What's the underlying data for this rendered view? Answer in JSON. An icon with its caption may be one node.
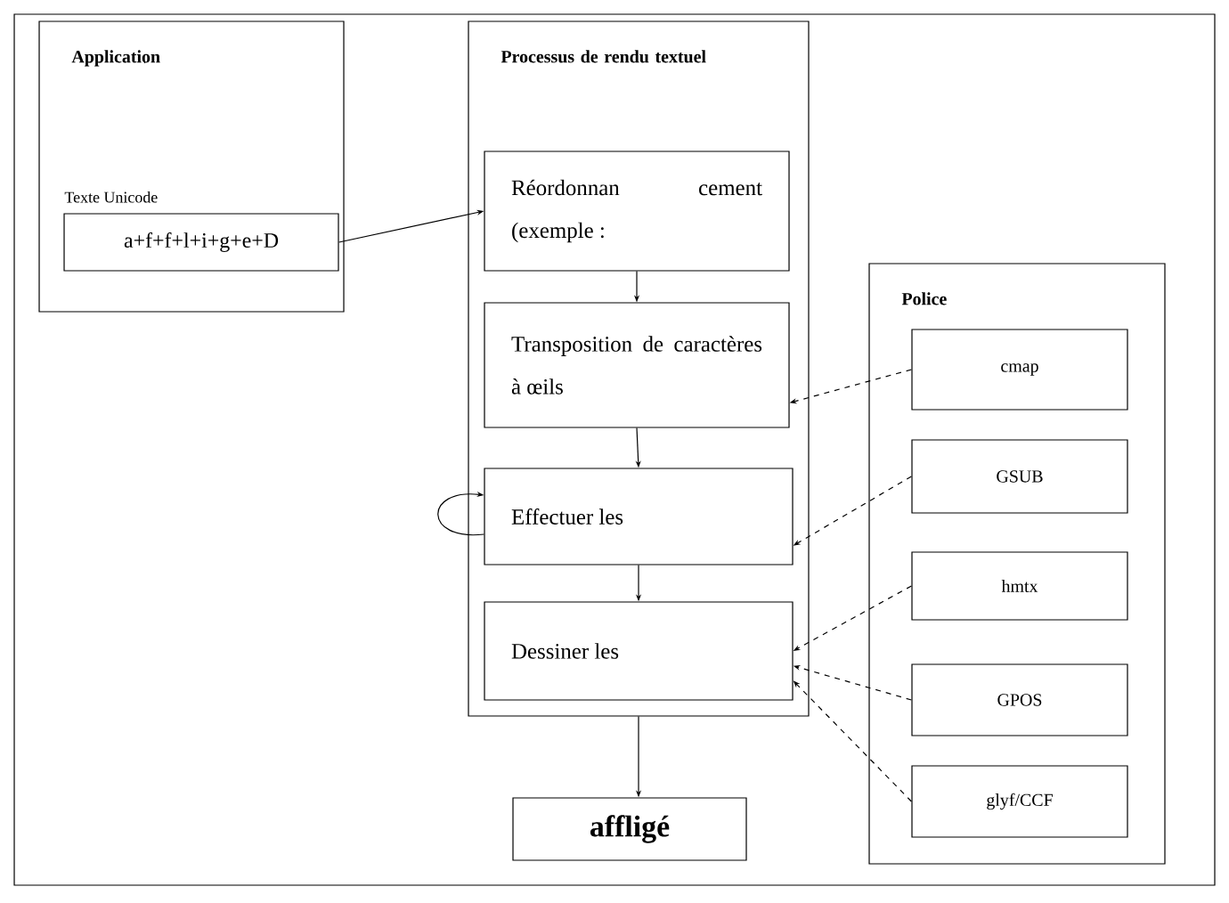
{
  "diagram": {
    "nodes": [
      {
        "text": [
          "Application",
          "Texte Unicode"
        ]
      },
      {
        "text": [
          "a+f+f+l+i+g+e+D"
        ],
        "in": 0
      },
      {
        "text": [
          "Processus de rendu textuel"
        ]
      },
      {
        "text": [
          "Réordonnan cement (exemple :"
        ],
        "in": 2
      },
      {
        "text": [
          "Transposition de caractères à œils"
        ],
        "in": 2
      },
      {
        "text": [
          "Effectuer les"
        ],
        "in": 2
      },
      {
        "text": [
          "Dessiner les"
        ],
        "in": 2
      },
      {
        "text": [
          "affligé"
        ]
      },
      {
        "text": [
          "Police"
        ]
      },
      {
        "text": [
          "cmap"
        ],
        "in": 8
      },
      {
        "text": [
          "GSUB"
        ],
        "in": 8
      },
      {
        "text": [
          "hmtx"
        ],
        "in": 8
      },
      {
        "text": [
          "GPOS"
        ],
        "in": 8
      },
      {
        "text": [
          "glyf/CCF"
        ],
        "in": 8
      }
    ],
    "edges": [
      {
        "from": 1,
        "to": 3,
        "arrow": "to"
      },
      {
        "from": 3,
        "to": 4,
        "arrow": "to"
      },
      {
        "from": 4,
        "to": 5,
        "arrow": "to"
      },
      {
        "from": 5,
        "to": 5,
        "arrow": "to"
      },
      {
        "from": 5,
        "to": 6,
        "arrow": "to"
      },
      {
        "from": 2,
        "to": 7,
        "arrow": "to"
      },
      {
        "from": 9,
        "to": 4,
        "arrow": "to",
        "style": "dashed"
      },
      {
        "from": 10,
        "to": 5,
        "arrow": "to",
        "style": "dashed"
      },
      {
        "from": 11,
        "to": 6,
        "arrow": "to",
        "style": "dashed"
      },
      {
        "from": 12,
        "to": 6,
        "arrow": "to",
        "style": "dashed"
      },
      {
        "from": 13,
        "to": 6,
        "arrow": "to",
        "style": "dashed"
      }
    ]
  }
}
